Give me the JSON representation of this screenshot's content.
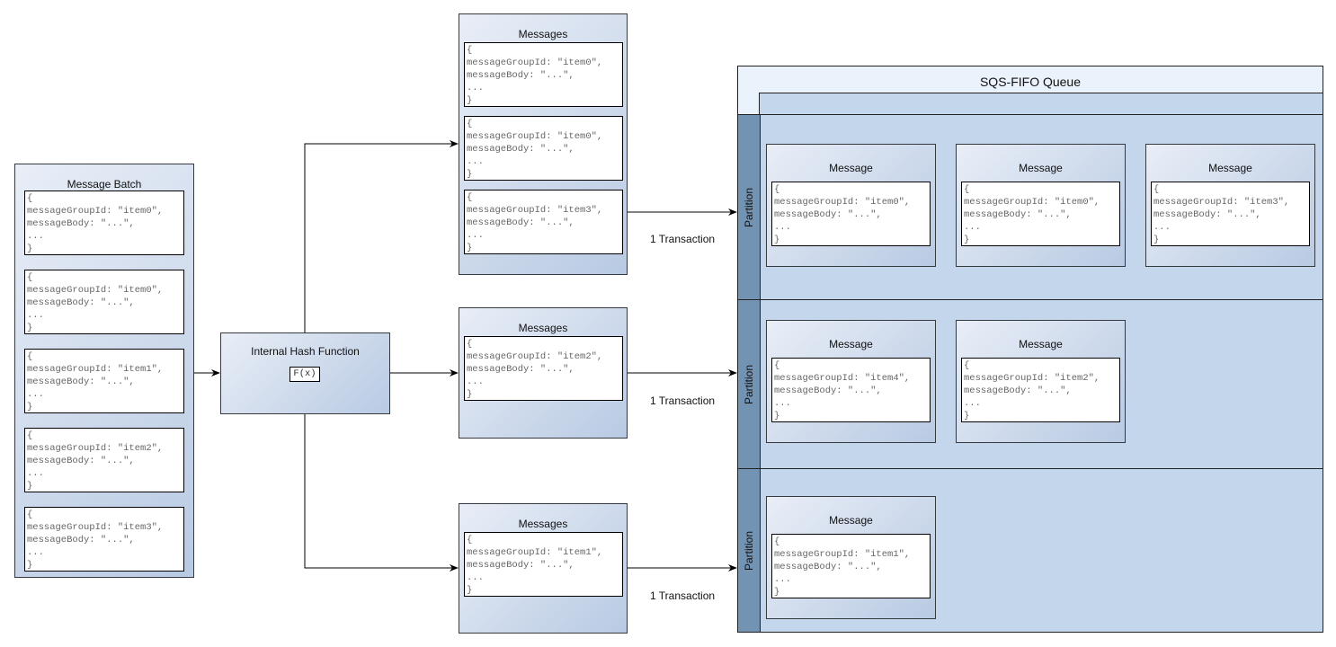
{
  "colors": {
    "box_gradient_start": "#e9eef7",
    "box_gradient_end": "#b8cae3",
    "partition_strip": "#7393b3",
    "partition_bg": "#c4d6ec",
    "queue_bg": "#eaf2fc"
  },
  "batch": {
    "title": "Message Batch",
    "items": [
      [
        "{",
        "messageGroupId: \"item0\",",
        "messageBody: \"...\",",
        "...",
        "}"
      ],
      [
        "{",
        "messageGroupId: \"item0\",",
        "messageBody: \"...\",",
        "...",
        "}"
      ],
      [
        "{",
        "messageGroupId: \"item1\",",
        "messageBody: \"...\",",
        "...",
        "}"
      ],
      [
        "{",
        "messageGroupId: \"item2\",",
        "messageBody: \"...\",",
        "...",
        "}"
      ],
      [
        "{",
        "messageGroupId: \"item3\",",
        "messageBody: \"...\",",
        "...",
        "}"
      ]
    ]
  },
  "hash": {
    "title": "Internal Hash Function",
    "formula": "F(x)"
  },
  "groups": [
    {
      "title": "Messages",
      "items": [
        [
          "{",
          "messageGroupId: \"item0\",",
          "messageBody: \"...\",",
          "...",
          "}"
        ],
        [
          "{",
          "messageGroupId: \"item0\",",
          "messageBody: \"...\",",
          "...",
          "}"
        ],
        [
          "{",
          "messageGroupId: \"item3\",",
          "messageBody: \"...\",",
          "...",
          "}"
        ]
      ],
      "transaction": "1 Transaction"
    },
    {
      "title": "Messages",
      "items": [
        [
          "{",
          "messageGroupId: \"item2\",",
          "messageBody: \"...\",",
          "...",
          "}"
        ]
      ],
      "transaction": "1 Transaction"
    },
    {
      "title": "Messages",
      "items": [
        [
          "{",
          "messageGroupId: \"item1\",",
          "messageBody: \"...\",",
          "...",
          "}"
        ]
      ],
      "transaction": "1 Transaction"
    }
  ],
  "queue": {
    "title": "SQS-FIFO Queue",
    "partitions": [
      {
        "label": "Partition",
        "messages": [
          {
            "title": "Message",
            "code": [
              "{",
              "messageGroupId: \"item0\",",
              "messageBody: \"...\",",
              "...",
              "}"
            ]
          },
          {
            "title": "Message",
            "code": [
              "{",
              "messageGroupId: \"item0\",",
              "messageBody: \"...\",",
              "...",
              "}"
            ]
          },
          {
            "title": "Message",
            "code": [
              "{",
              "messageGroupId: \"item3\",",
              "messageBody: \"...\",",
              "...",
              "}"
            ]
          }
        ]
      },
      {
        "label": "Partition",
        "messages": [
          {
            "title": "Message",
            "code": [
              "{",
              "messageGroupId: \"item4\",",
              "messageBody: \"...\",",
              "...",
              "}"
            ]
          },
          {
            "title": "Message",
            "code": [
              "{",
              "messageGroupId: \"item2\",",
              "messageBody: \"...\",",
              "...",
              "}"
            ]
          }
        ]
      },
      {
        "label": "Partition",
        "messages": [
          {
            "title": "Message",
            "code": [
              "{",
              "messageGroupId: \"item1\",",
              "messageBody: \"...\",",
              "...",
              "}"
            ]
          }
        ]
      }
    ]
  }
}
